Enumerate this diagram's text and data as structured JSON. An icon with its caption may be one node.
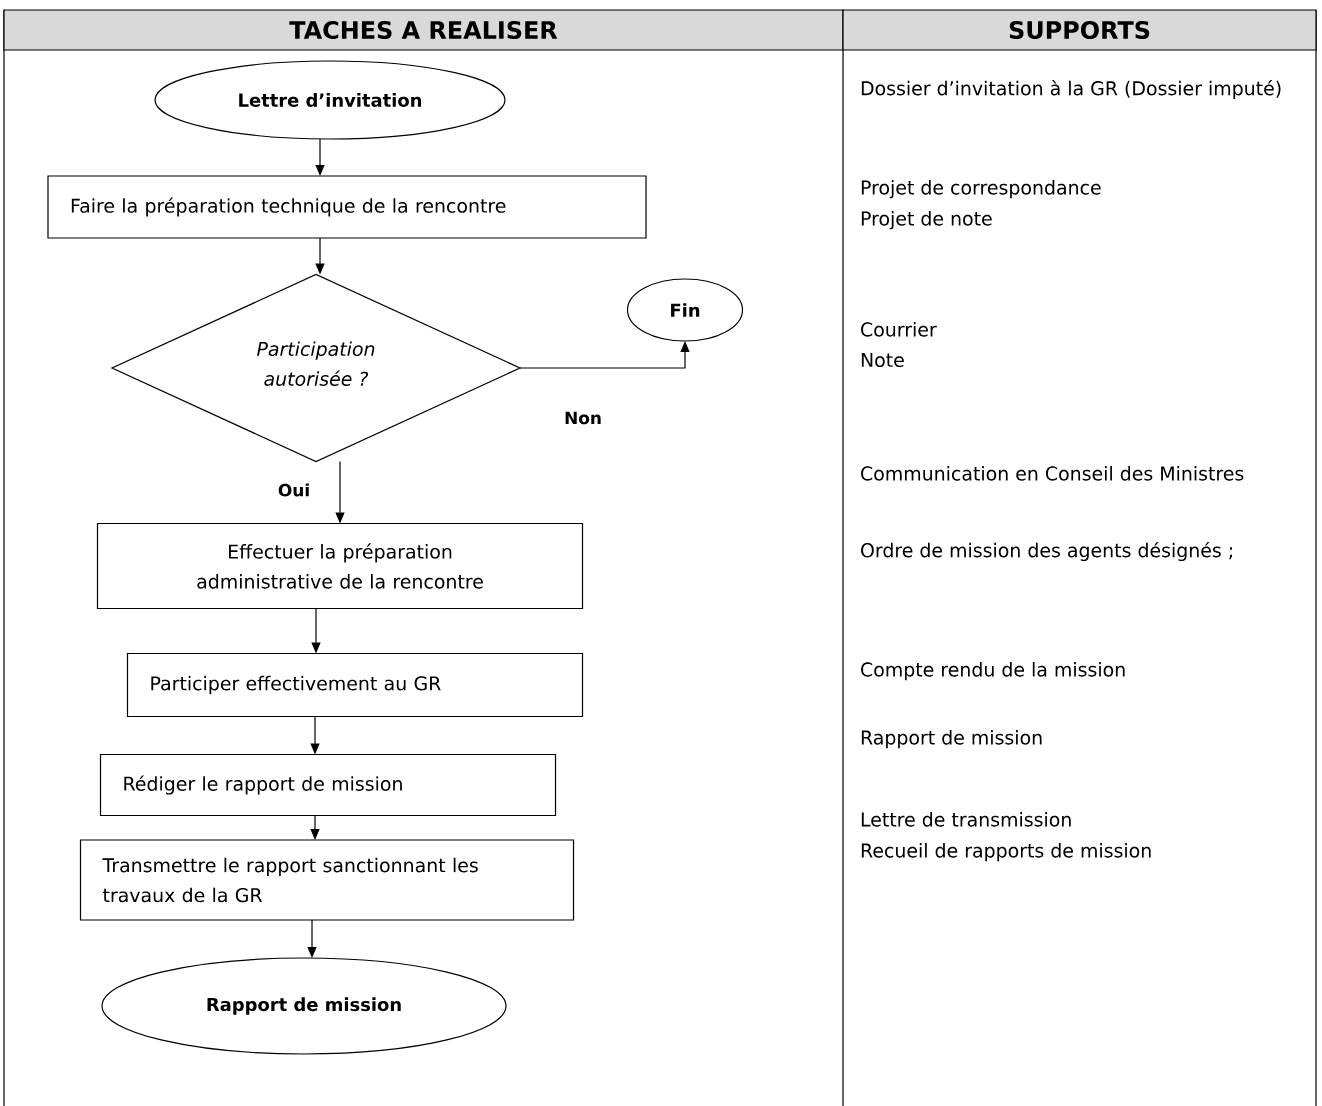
{
  "diagram": {
    "nodes": [
      {
        "text": [
          "Lettre d’invitation"
        ]
      },
      {
        "text": [
          "Faire la préparation technique de la rencontre"
        ]
      },
      {
        "text": [
          "Participation autorisée ?"
        ]
      },
      {
        "text": [
          "Fin"
        ]
      },
      {
        "text": [
          "Effectuer la préparation administrative de la rencontre"
        ]
      },
      {
        "text": [
          "Participer effectivement au GR"
        ]
      },
      {
        "text": [
          "Rédiger le rapport de mission"
        ]
      },
      {
        "text": [
          "Transmettre le rapport sanctionnant les travaux de la GR"
        ]
      },
      {
        "text": [
          "Rapport de mission"
        ]
      }
    ],
    "edges": [
      {
        "from": 0,
        "to": 1,
        "arrow": "to"
      },
      {
        "from": 1,
        "to": 2,
        "arrow": "to"
      },
      {
        "from": 2,
        "to": 3,
        "arrow": "to",
        "label": "Non"
      },
      {
        "from": 2,
        "to": 4,
        "arrow": "to",
        "label": "Oui"
      },
      {
        "from": 4,
        "to": 5,
        "arrow": "to"
      },
      {
        "from": 5,
        "to": 6,
        "arrow": "to"
      },
      {
        "from": 6,
        "to": 7,
        "arrow": "to"
      },
      {
        "from": 7,
        "to": 8,
        "arrow": "to"
      }
    ],
    "labels": [
      "TACHES A REALISER",
      "SUPPORTS",
      "Dossier d’invitation à la GR (Dossier imputé)",
      "Projet de correspondance",
      "Projet de note",
      "Courrier",
      "Note",
      "Communication en Conseil des Ministres",
      "Ordre de mission des agents désignés ;",
      "Compte rendu de la mission",
      "Rapport de mission",
      "Lettre de transmission",
      "Recueil de rapports de mission"
    ]
  }
}
